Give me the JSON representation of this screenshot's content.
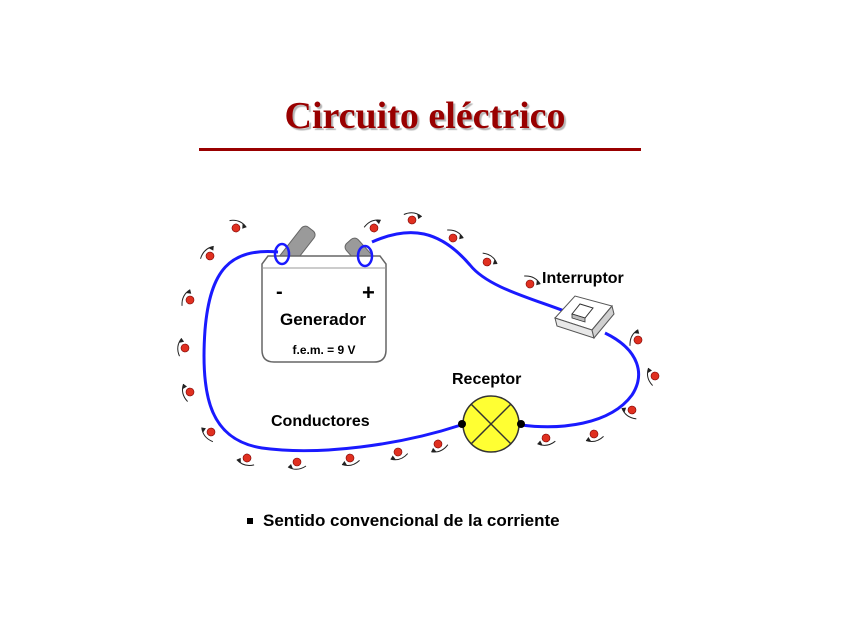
{
  "title": "Circuito eléctrico",
  "labels": {
    "minus": "-",
    "plus": "+",
    "generator": "Generador",
    "emf": "f.e.m. = 9 V",
    "switch": "Interruptor",
    "receiver": "Receptor",
    "conductors": "Conductores"
  },
  "bullet": "Sentido convencional de la corriente",
  "colors": {
    "title": "#990000",
    "wire": "#1a1aff",
    "bulb": "#ffff33",
    "charge": "#e03020"
  }
}
